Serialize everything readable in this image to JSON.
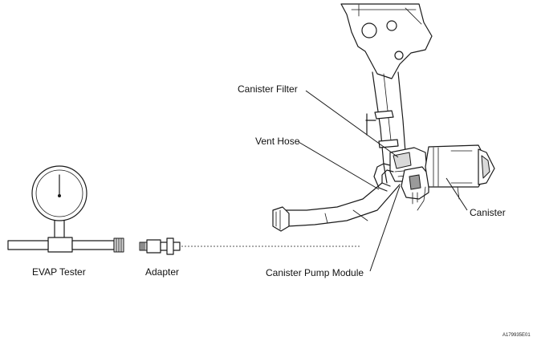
{
  "labels": {
    "canister_filter": "Canister Filter",
    "vent_hose": "Vent Hose",
    "canister": "Canister",
    "evap_tester": "EVAP Tester",
    "adapter": "Adapter",
    "canister_pump_module": "Canister Pump Module"
  },
  "figure_code": "A179935E01"
}
